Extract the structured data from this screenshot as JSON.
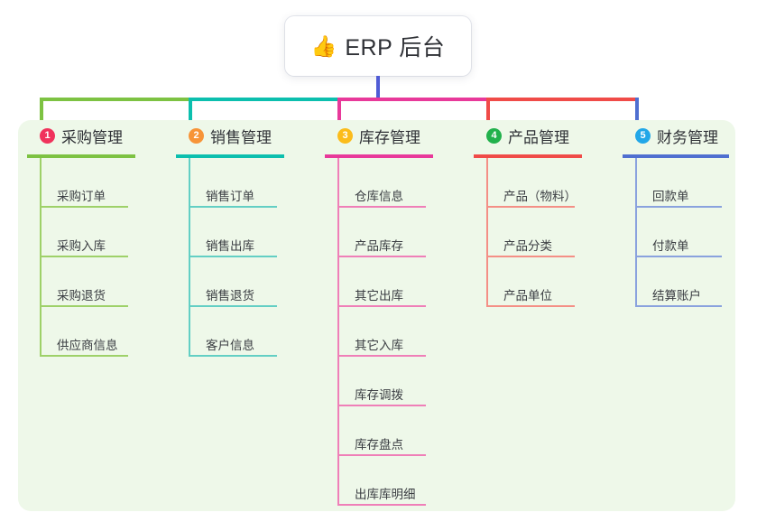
{
  "title": {
    "emoji": "👍",
    "emoji_name": "thumbs-up-icon",
    "text": "ERP 后台"
  },
  "panel": {
    "background_color": "#eef8e9"
  },
  "trunk_color": "#4f5bd5",
  "columns": [
    {
      "number": "1",
      "title": "采购管理",
      "badge_color": "#f0335c",
      "line_color": "#7dc242",
      "item_line_color": "#9ed169",
      "items": [
        {
          "label": "采购订单"
        },
        {
          "label": "采购入库"
        },
        {
          "label": "采购退货"
        },
        {
          "label": "供应商信息"
        }
      ]
    },
    {
      "number": "2",
      "title": "销售管理",
      "badge_color": "#f79438",
      "line_color": "#0cbfae",
      "item_line_color": "#63cfc4",
      "items": [
        {
          "label": "销售订单"
        },
        {
          "label": "销售出库"
        },
        {
          "label": "销售退货"
        },
        {
          "label": "客户信息"
        }
      ]
    },
    {
      "number": "3",
      "title": "库存管理",
      "badge_color": "#fbbc1b",
      "line_color": "#e8399a",
      "item_line_color": "#ef7fb8",
      "items": [
        {
          "label": "仓库信息"
        },
        {
          "label": "产品库存"
        },
        {
          "label": "其它出库"
        },
        {
          "label": "其它入库"
        },
        {
          "label": "库存调拨"
        },
        {
          "label": "库存盘点"
        },
        {
          "label": "出库库明细"
        }
      ]
    },
    {
      "number": "4",
      "title": "产品管理",
      "badge_color": "#22b14c",
      "line_color": "#f04b48",
      "item_line_color": "#f48f86",
      "items": [
        {
          "label": "产品（物料）"
        },
        {
          "label": "产品分类"
        },
        {
          "label": "产品单位"
        }
      ]
    },
    {
      "number": "5",
      "title": "财务管理",
      "badge_color": "#22a7e8",
      "line_color": "#4f6fd0",
      "item_line_color": "#8aa2de",
      "items": [
        {
          "label": "回款单"
        },
        {
          "label": "付款单"
        },
        {
          "label": "结算账户"
        }
      ]
    }
  ]
}
